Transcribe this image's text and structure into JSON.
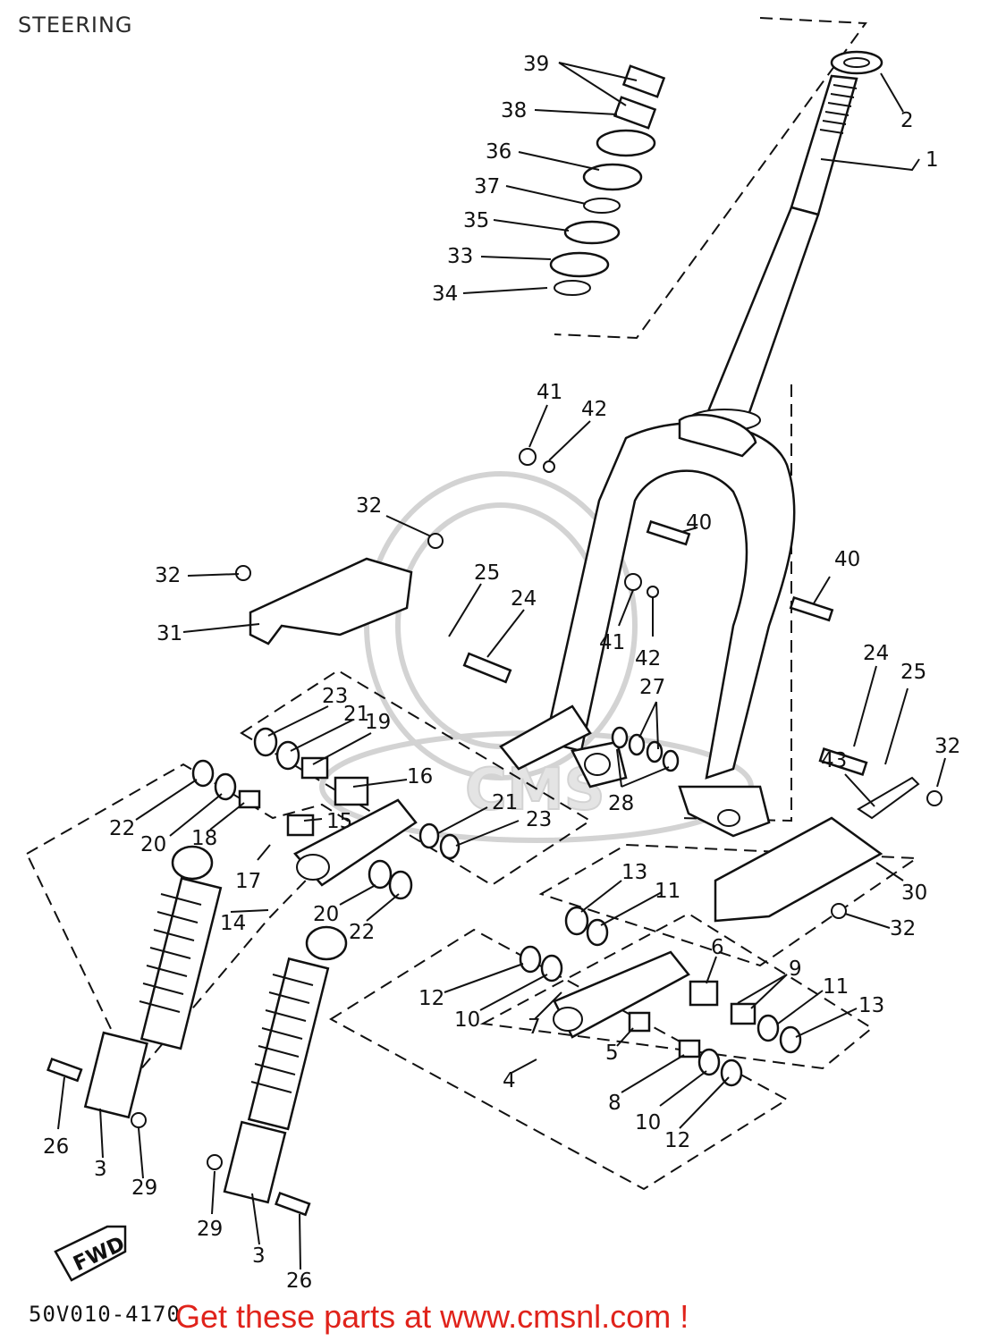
{
  "page": {
    "title": "STEERING"
  },
  "diagram": {
    "code": "50V010-4170",
    "fwd_label": "FWD",
    "watermark_text": "CMS",
    "callouts": [
      {
        "id": "c39",
        "text": "39"
      },
      {
        "id": "c38",
        "text": "38"
      },
      {
        "id": "c36",
        "text": "36"
      },
      {
        "id": "c37",
        "text": "37"
      },
      {
        "id": "c35",
        "text": "35"
      },
      {
        "id": "c33",
        "text": "33"
      },
      {
        "id": "c34",
        "text": "34"
      },
      {
        "id": "c2",
        "text": "2"
      },
      {
        "id": "c1",
        "text": "1"
      },
      {
        "id": "c41a",
        "text": "41"
      },
      {
        "id": "c42a",
        "text": "42"
      },
      {
        "id": "c32a",
        "text": "32"
      },
      {
        "id": "c40a",
        "text": "40"
      },
      {
        "id": "c40b",
        "text": "40"
      },
      {
        "id": "c32b",
        "text": "32"
      },
      {
        "id": "c25a",
        "text": "25"
      },
      {
        "id": "c24a",
        "text": "24"
      },
      {
        "id": "c31",
        "text": "31"
      },
      {
        "id": "c41b",
        "text": "41"
      },
      {
        "id": "c42b",
        "text": "42"
      },
      {
        "id": "c24b",
        "text": "24"
      },
      {
        "id": "c25b",
        "text": "25"
      },
      {
        "id": "c27",
        "text": "27"
      },
      {
        "id": "c23a",
        "text": "23"
      },
      {
        "id": "c21a",
        "text": "21"
      },
      {
        "id": "c19",
        "text": "19"
      },
      {
        "id": "c16",
        "text": "16"
      },
      {
        "id": "c28",
        "text": "28"
      },
      {
        "id": "c32c",
        "text": "32"
      },
      {
        "id": "c43",
        "text": "43"
      },
      {
        "id": "c22a",
        "text": "22"
      },
      {
        "id": "c20a",
        "text": "20"
      },
      {
        "id": "c18",
        "text": "18"
      },
      {
        "id": "c15",
        "text": "15"
      },
      {
        "id": "c21b",
        "text": "21"
      },
      {
        "id": "c23b",
        "text": "23"
      },
      {
        "id": "c17",
        "text": "17"
      },
      {
        "id": "c14",
        "text": "14"
      },
      {
        "id": "c20b",
        "text": "20"
      },
      {
        "id": "c22b",
        "text": "22"
      },
      {
        "id": "c13a",
        "text": "13"
      },
      {
        "id": "c11a",
        "text": "11"
      },
      {
        "id": "c30",
        "text": "30"
      },
      {
        "id": "c32d",
        "text": "32"
      },
      {
        "id": "c6",
        "text": "6"
      },
      {
        "id": "c9",
        "text": "9"
      },
      {
        "id": "c11b",
        "text": "11"
      },
      {
        "id": "c13b",
        "text": "13"
      },
      {
        "id": "c12a",
        "text": "12"
      },
      {
        "id": "c10a",
        "text": "10"
      },
      {
        "id": "c7",
        "text": "7"
      },
      {
        "id": "c5",
        "text": "5"
      },
      {
        "id": "c4",
        "text": "4"
      },
      {
        "id": "c8",
        "text": "8"
      },
      {
        "id": "c10b",
        "text": "10"
      },
      {
        "id": "c12b",
        "text": "12"
      },
      {
        "id": "c26a",
        "text": "26"
      },
      {
        "id": "c3a",
        "text": "3"
      },
      {
        "id": "c29a",
        "text": "29"
      },
      {
        "id": "c29b",
        "text": "29"
      },
      {
        "id": "c3b",
        "text": "3"
      },
      {
        "id": "c26b",
        "text": "26"
      }
    ]
  },
  "cta": {
    "text": "Get these parts at www.cmsnl.com !",
    "color": "#e0231b"
  }
}
